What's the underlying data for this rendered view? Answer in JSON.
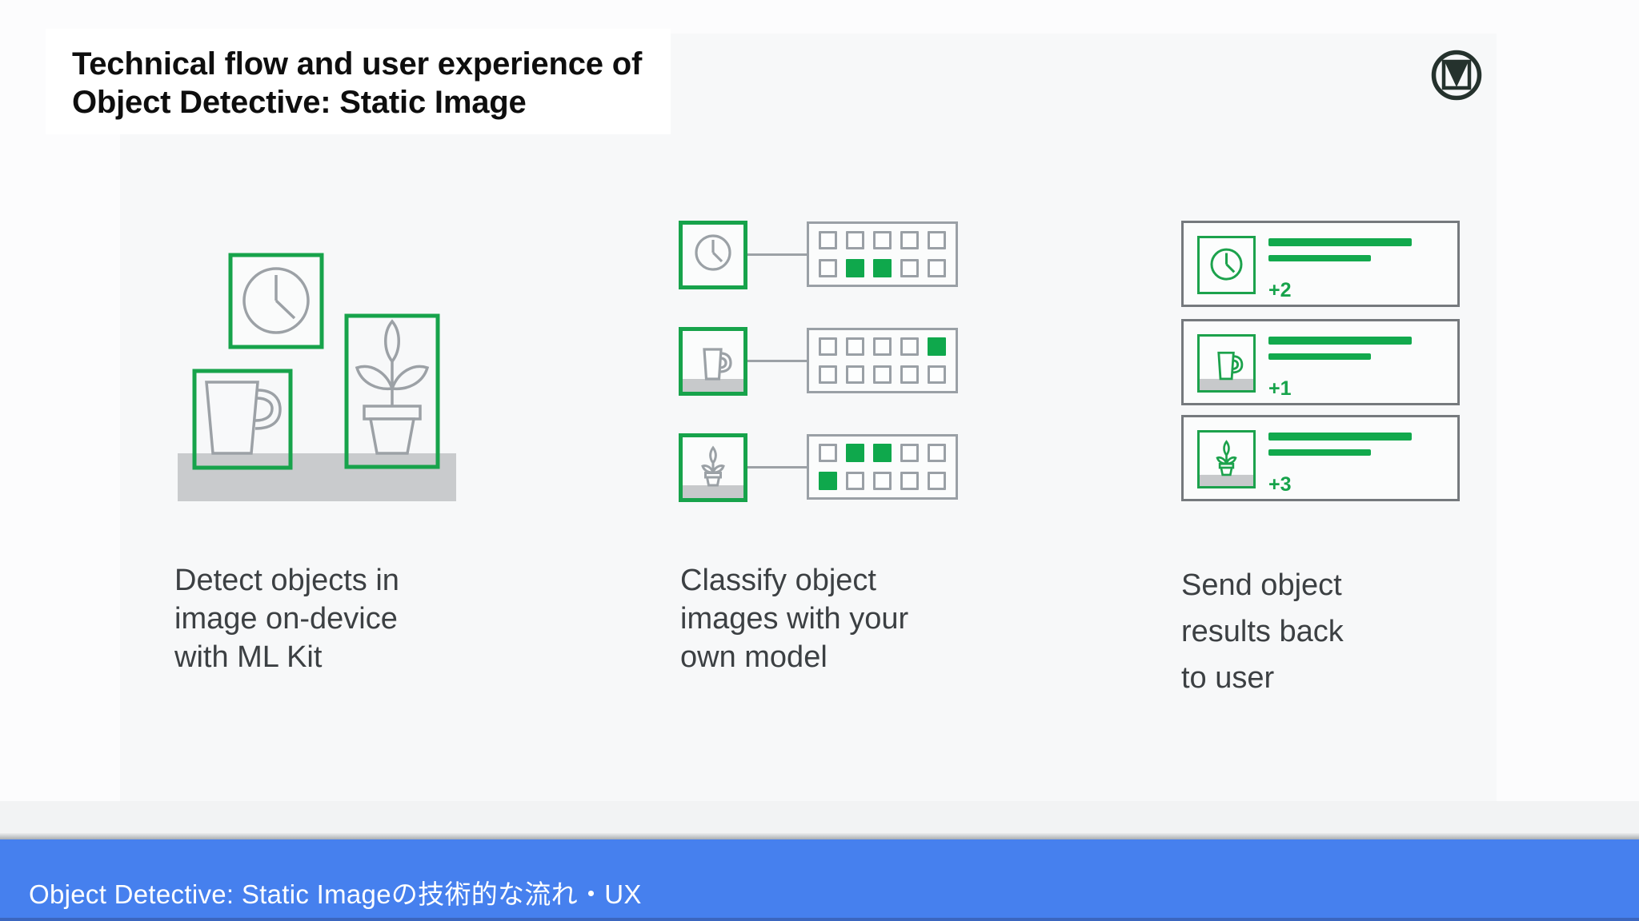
{
  "slide": {
    "title": "Technical flow and user experience of\nObject Detective: Static Image",
    "logo": {
      "name": "ml-kit-logo"
    },
    "steps": [
      {
        "id": "detect",
        "caption": "Detect objects in\nimage on-device\nwith ML Kit",
        "detected_objects": [
          "clock",
          "mug",
          "potted-plant"
        ]
      },
      {
        "id": "classify",
        "caption": "Classify object\nimages with your\nown model",
        "rows": [
          {
            "object": "clock",
            "cells": [
              [
                0,
                0,
                0,
                0,
                0
              ],
              [
                0,
                1,
                1,
                0,
                0
              ]
            ]
          },
          {
            "object": "mug",
            "cells": [
              [
                0,
                0,
                0,
                0,
                1
              ],
              [
                0,
                0,
                0,
                0,
                0
              ]
            ]
          },
          {
            "object": "plant",
            "cells": [
              [
                0,
                1,
                1,
                0,
                0
              ],
              [
                1,
                0,
                0,
                0,
                0
              ]
            ]
          }
        ]
      },
      {
        "id": "send",
        "caption": "Send object\nresults back\nto user",
        "cards": [
          {
            "object": "clock",
            "badge": "+2"
          },
          {
            "object": "mug",
            "badge": "+1"
          },
          {
            "object": "plant",
            "badge": "+3"
          }
        ]
      }
    ]
  },
  "footer": {
    "text": "Object Detective: Static Imageの技術的な流れ・UX"
  },
  "colors": {
    "accent_green": "#17A34B",
    "green_fill": "#0FA84C",
    "gray_stroke": "#9BA1A6",
    "shelf_gray": "#C9CBCD",
    "card_border": "#75797D",
    "caption_text": "#3C4043",
    "footer_blue": "#4680EE",
    "slide_bg": "#F7F8F9"
  }
}
